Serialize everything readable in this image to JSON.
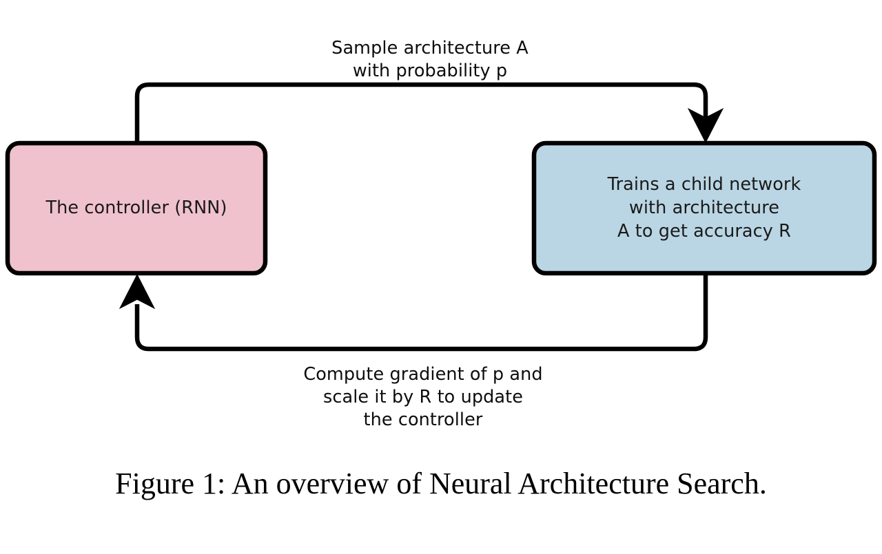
{
  "figure": {
    "caption": "Figure 1: An overview of Neural Architecture Search.",
    "background_color": "#ffffff",
    "stroke_color": "#000000"
  },
  "nodes": {
    "controller": {
      "label": "The controller (RNN)",
      "fill_color": "#f0c2cd",
      "border_color": "#000000"
    },
    "child_network": {
      "label": "Trains a child network\nwith architecture\nA to get accuracy R",
      "fill_color": "#bad6e4",
      "border_color": "#000000"
    }
  },
  "edges": {
    "sample": {
      "label": "Sample architecture A\nwith probability p",
      "from": "controller",
      "to": "child_network",
      "arrow": "down-arrow-head"
    },
    "update": {
      "label": "Compute gradient of p and\nscale it by R to update\nthe controller",
      "from": "child_network",
      "to": "controller",
      "arrow": "up-arrow-head"
    }
  }
}
